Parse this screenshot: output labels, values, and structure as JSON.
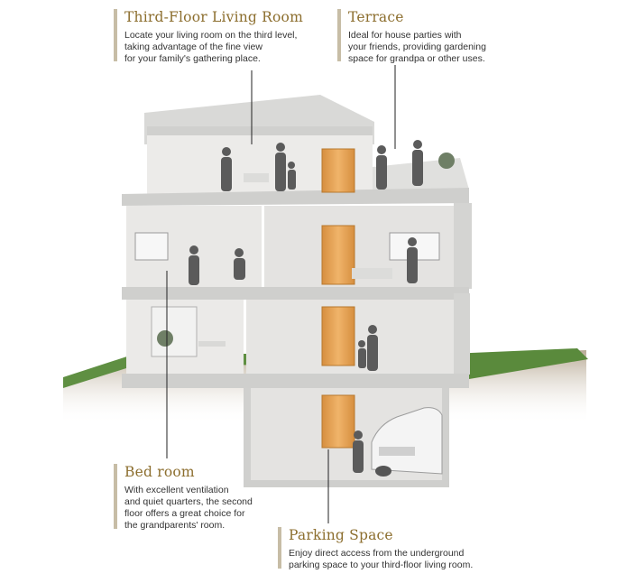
{
  "callouts": {
    "living": {
      "title": "Third-Floor Living Room",
      "lines": [
        "Locate your living room on the third level,",
        "taking advantage of the fine view",
        "for your family's gathering place."
      ]
    },
    "terrace": {
      "title": "Terrace",
      "lines": [
        "Ideal for house parties with",
        "your friends, providing gardening",
        "space for grandpa or other uses."
      ]
    },
    "bedroom": {
      "title": "Bed room",
      "lines": [
        "With excellent ventilation",
        "and quiet quarters, the second",
        "floor offers a great choice for",
        "the grandparents' room."
      ]
    },
    "parking": {
      "title": "Parking Space",
      "lines": [
        "Enjoy direct access from the underground",
        "parking space to your third-floor living room."
      ]
    }
  },
  "colors": {
    "accent": "#8c6e2e",
    "bar": "#c7bda6",
    "grass": "#5a8a3c",
    "soil": "#b9ab96",
    "wall": "#e6e6e4",
    "door": "#e3a356"
  }
}
